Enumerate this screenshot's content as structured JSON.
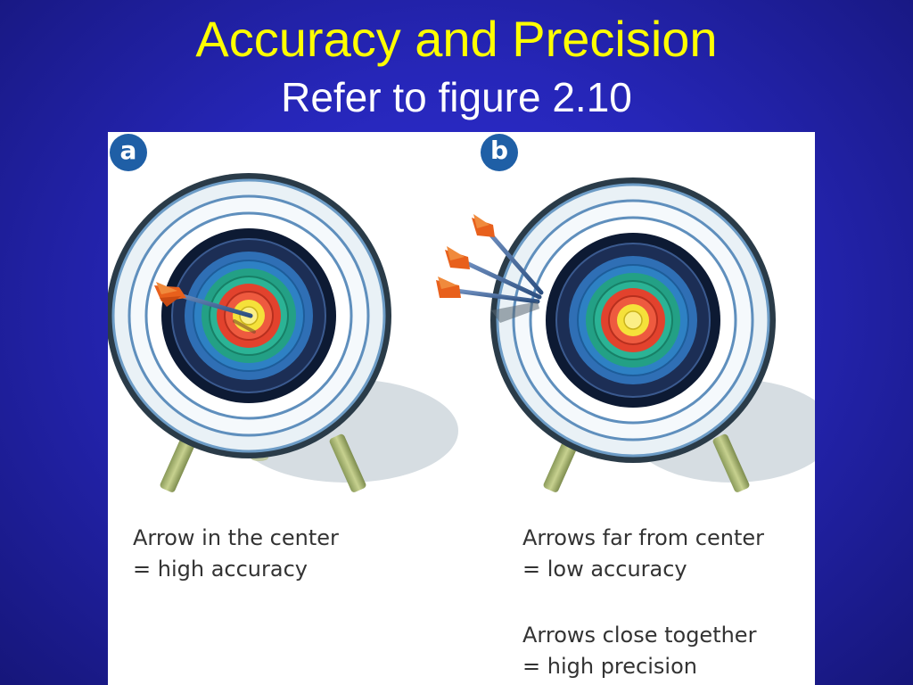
{
  "slide": {
    "title": "Accuracy and Precision",
    "subtitle": "Refer to figure 2.10"
  },
  "panels": [
    {
      "badge": "a",
      "captions": [
        [
          "Arrow in the center",
          "= high accuracy"
        ]
      ]
    },
    {
      "badge": "b",
      "captions": [
        [
          "Arrows far from center",
          "= low accuracy"
        ],
        [
          "Arrows close together",
          "= high precision"
        ]
      ]
    }
  ],
  "colors": {
    "background": "#2626b8",
    "title": "#ffff00",
    "subtitle": "#ffffff",
    "badge": "#1f5fa6",
    "caption_text": "#333333",
    "target_rings": [
      "#f4f8fb",
      "#0d1a33",
      "#2f6fb5",
      "#23a085",
      "#e2422d",
      "#f5e13a"
    ],
    "fletching": "#e8601c"
  }
}
